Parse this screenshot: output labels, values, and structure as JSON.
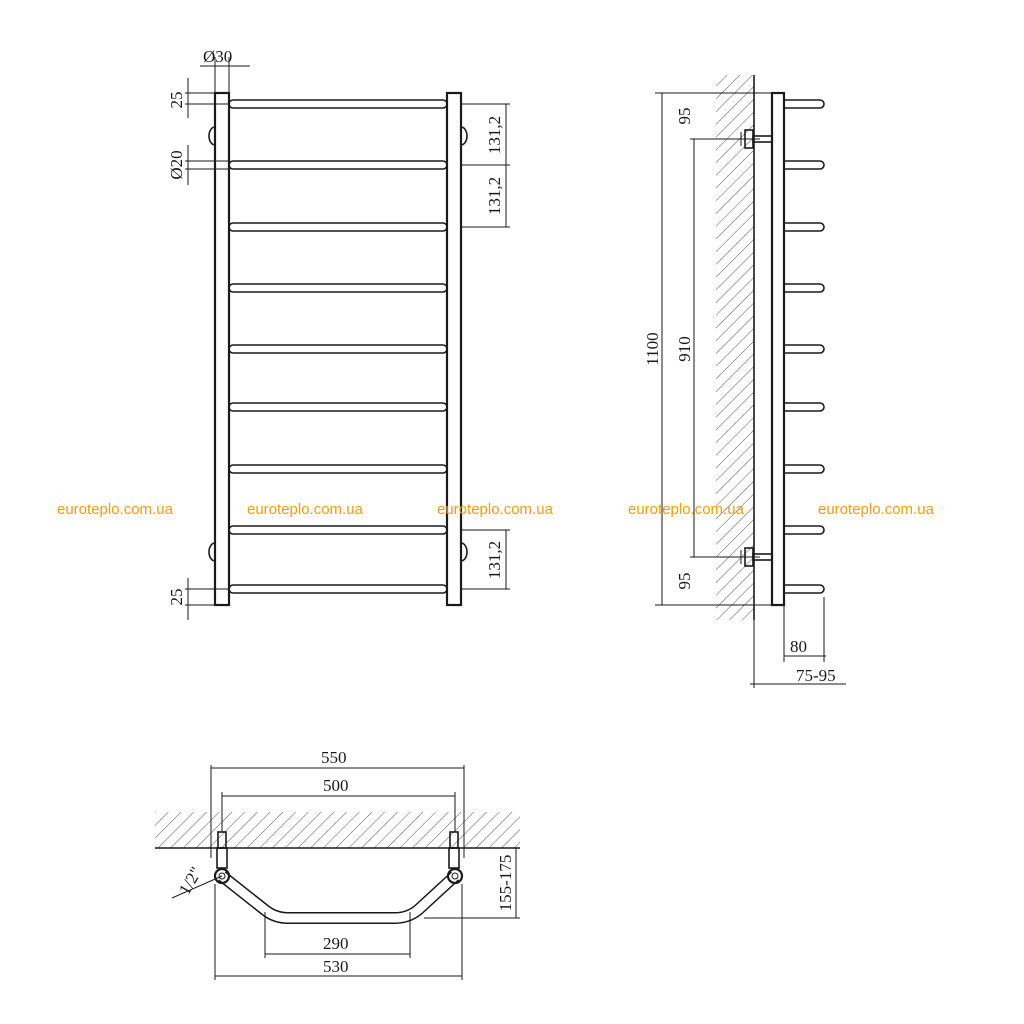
{
  "front_view": {
    "pipe_diameter": "Ø30",
    "rung_diameter": "Ø20",
    "top_offset": "25",
    "bottom_offset": "25",
    "spacing_1": "131,2",
    "spacing_2": "131,2",
    "spacing_3": "131,2"
  },
  "side_view": {
    "height": "1100",
    "mount_distance": "910",
    "top_mount_offset": "95",
    "bottom_mount_offset": "95",
    "depth": "80",
    "wall_gap": "75-95"
  },
  "top_view": {
    "outer_width": "550",
    "center_distance": "500",
    "thread": "1/2\"",
    "wall_distance": "155-175",
    "inner_width": "290",
    "bottom_width": "530"
  },
  "watermarks": [
    "euroteplo.com.ua",
    "euroteplo.com.ua",
    "euroteplo.com.ua",
    "euroteplo.com.ua",
    "euroteplo.com.ua"
  ],
  "colors": {
    "watermark": "#f39c12",
    "line": "#1a1a1a"
  }
}
